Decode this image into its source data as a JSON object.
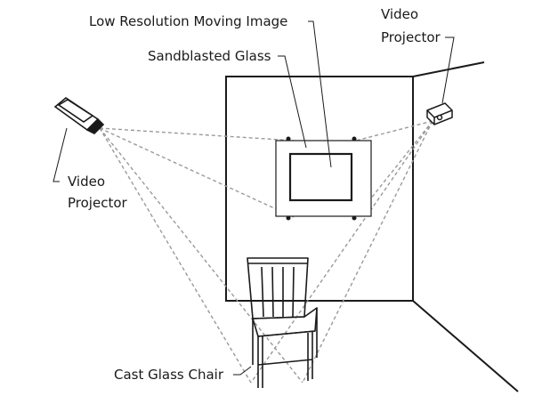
{
  "labels": {
    "low_res_image": "Low Resolution Moving Image",
    "sandblasted_glass": "Sandblasted Glass",
    "projector_right_line1": "Video",
    "projector_right_line2": "Projector",
    "projector_left_line1": "Video",
    "projector_left_line2": "Projector",
    "chair": "Cast Glass Chair"
  },
  "colors": {
    "line": "#1a1a1a",
    "beam": "#9a9a9a"
  }
}
